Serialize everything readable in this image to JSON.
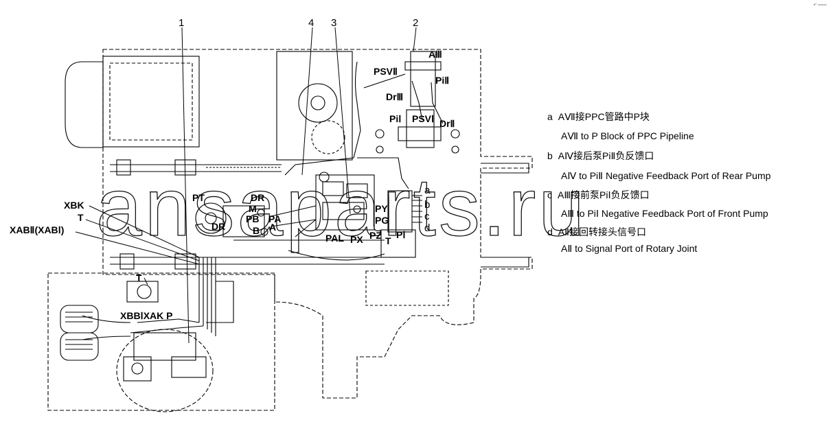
{
  "callouts": [
    "1",
    "4",
    "3",
    "2"
  ],
  "ports": {
    "a3": "AⅢ",
    "psv2": "PSVⅡ",
    "pi2": "PiⅡ",
    "dr3": "DrⅢ",
    "pi1": "PiⅠ",
    "psv1": "PSVⅠ",
    "dr2": "DrⅡ",
    "pt": "PT",
    "dr_top": "DR",
    "m": "M",
    "pb": "PB",
    "pa": "PA",
    "dr_left": "DR",
    "b": "B",
    "a": "A",
    "py": "PY",
    "pg": "PG",
    "pal": "PAL",
    "px": "PX",
    "pz": "PZ",
    "t_mid": "T",
    "p1": "PⅠ",
    "a_letter": "a",
    "b_letter": "b",
    "c_letter": "c",
    "d_letter": "d",
    "xbk": "XBK",
    "t_left": "T",
    "xab": "XABⅡ(XABⅠ)",
    "t_low": "T",
    "xbb": "XBBⅠXAK P"
  },
  "legend": [
    {
      "key": "a",
      "zh": "AⅦ接PPC管路中P块",
      "en": "AⅦ to P Block of PPC Pipeline"
    },
    {
      "key": "b",
      "zh": "AⅣ接后泵PiⅡ负反馈口",
      "en": "AⅣ to PiⅡ Negative Feedback Port of Rear Pump"
    },
    {
      "key": "c",
      "zh": "AⅢ接前泵PiⅠ负反馈口",
      "en": "AⅢ to PiⅠ Negative Feedback Port of Front Pump"
    },
    {
      "key": "d",
      "zh": "AⅡ接回转接头信号口",
      "en": "AⅡ to Signal Port of Rotary Joint"
    }
  ],
  "watermark": "ansaparts.ru",
  "corner_mark": "•° ═══"
}
